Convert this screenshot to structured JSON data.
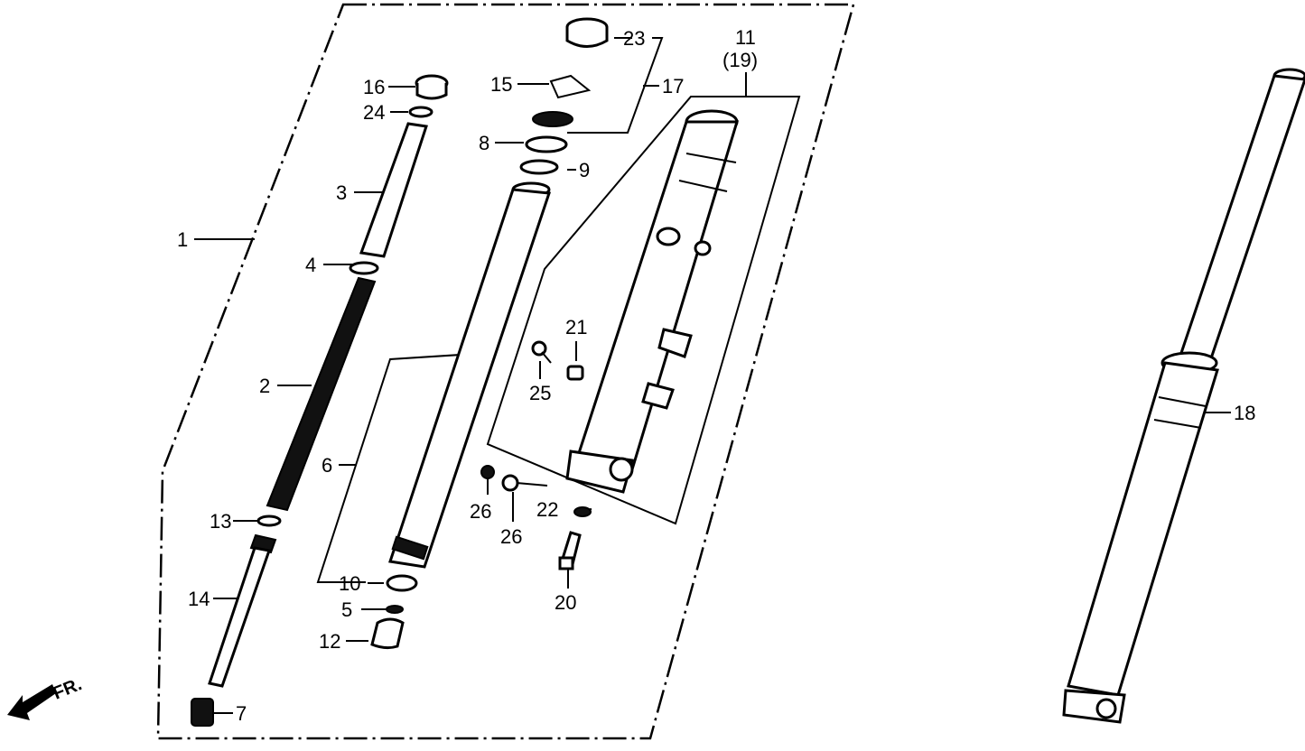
{
  "labels": {
    "p1": "1",
    "p2": "2",
    "p3": "3",
    "p4": "4",
    "p5": "5",
    "p6": "6",
    "p7": "7",
    "p8": "8",
    "p9": "9",
    "p10": "10",
    "p11": "11",
    "p11alt": "(19)",
    "p12": "12",
    "p13": "13",
    "p14": "14",
    "p15": "15",
    "p16": "16",
    "p17": "17",
    "p18": "18",
    "p20": "20",
    "p21": "21",
    "p22": "22",
    "p23": "23",
    "p24": "24",
    "p25": "25",
    "p26a": "26",
    "p26b": "26"
  },
  "direction": {
    "text": "FR."
  }
}
